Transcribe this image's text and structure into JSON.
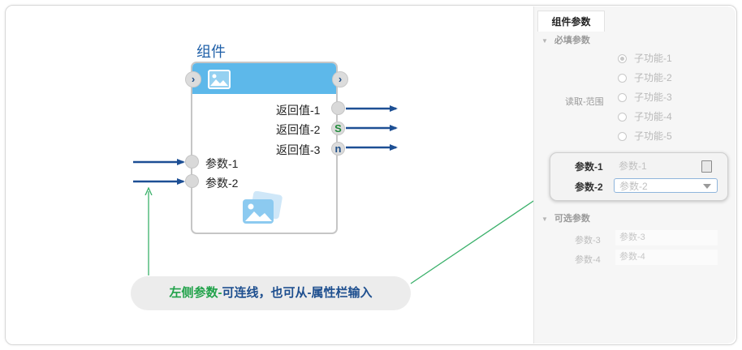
{
  "component": {
    "title": "组件",
    "outputs": [
      {
        "label": "返回值-1",
        "marker": ""
      },
      {
        "label": "返回值-2",
        "marker": "S"
      },
      {
        "label": "返回值-3",
        "marker": "n"
      }
    ],
    "inputs": [
      {
        "label": "参数-1"
      },
      {
        "label": "参数-2"
      }
    ],
    "left_toggle_icon": "chevron-right-icon",
    "right_toggle_icon": "chevron-right-icon",
    "header_icon": "image-icon",
    "placeholder_icon": "image-gallery-icon"
  },
  "callout": {
    "part1": "左侧参数-",
    "part2": "可连线，也可从-",
    "part3": "属性栏输入"
  },
  "panel": {
    "tab": "组件参数",
    "required_section": "必填参数",
    "read_label": "读取-范围",
    "radio_options": [
      "子功能-1",
      "子功能-2",
      "子功能-3",
      "子功能-4",
      "子功能-5"
    ],
    "selected_option": "子功能-1",
    "params": [
      {
        "label": "参数-1",
        "placeholder": "参数-1"
      },
      {
        "label": "参数-2",
        "placeholder": "参数-2"
      }
    ],
    "optional_section": "可选参数",
    "optional_params": [
      {
        "label": "参数-3",
        "placeholder": "参数-3"
      },
      {
        "label": "参数-4",
        "placeholder": "参数-4"
      }
    ]
  },
  "colors": {
    "header_blue": "#5db8ea",
    "title_blue": "#1e5fa8",
    "arrow_blue": "#1d4f94",
    "callout_green": "#21a24a",
    "callout_blue": "#1e4f8f",
    "pointer_green": "#3ab06a",
    "s_marker": "#1f8b3a",
    "n_marker": "#1f4f88"
  }
}
